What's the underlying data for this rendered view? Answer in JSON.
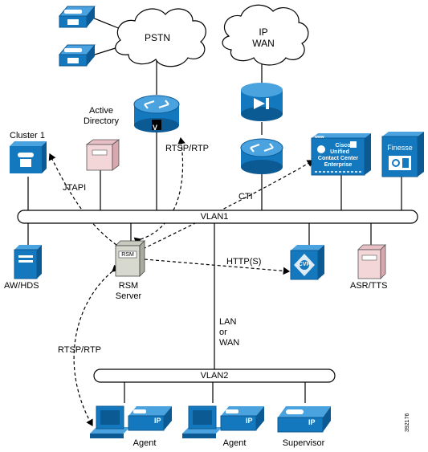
{
  "clouds": {
    "pstn": "PSTN",
    "ip_wan_line1": "IP",
    "ip_wan_line2": "WAN"
  },
  "servers": {
    "active_directory_line1": "Active",
    "active_directory_line2": "Directory",
    "cluster": "Cluster 1",
    "rsm_badge": "RSM",
    "rsm_line1": "RSM",
    "rsm_line2": "Server",
    "aw_hds": "AW/HDS",
    "asr_tts": "ASR/TTS",
    "finesse": "Finesse",
    "cvp_badge": "CVP"
  },
  "cisco_box": {
    "www": "www",
    "line1": "Cisco",
    "line2": "Unified",
    "line3": "Contact Center",
    "line4": "Enterprise"
  },
  "gateway_badge": "V",
  "links": {
    "rtsp_rtp_top": "RTSP/RTP",
    "jtapi": "JTAPI",
    "cti": "CTI",
    "https": "HTTP(S)",
    "rtsp_rtp_bottom": "RTSP/RTP",
    "lan_line1": "LAN",
    "lan_line2": "or",
    "lan_line3": "WAN"
  },
  "vlans": {
    "vlan1": "VLAN1",
    "vlan2": "VLAN2"
  },
  "endpoints": {
    "agent1": "Agent",
    "agent2": "Agent",
    "supervisor": "Supervisor",
    "ip_badge": "IP"
  },
  "figure_id": "392176",
  "colors": {
    "device_blue": "#1478be",
    "device_dark": "#0b5a94",
    "server_pink": "#f2d6d8",
    "server_gray": "#d7d9cf",
    "vlan_fill": "#ffffff",
    "line": "#000000"
  }
}
